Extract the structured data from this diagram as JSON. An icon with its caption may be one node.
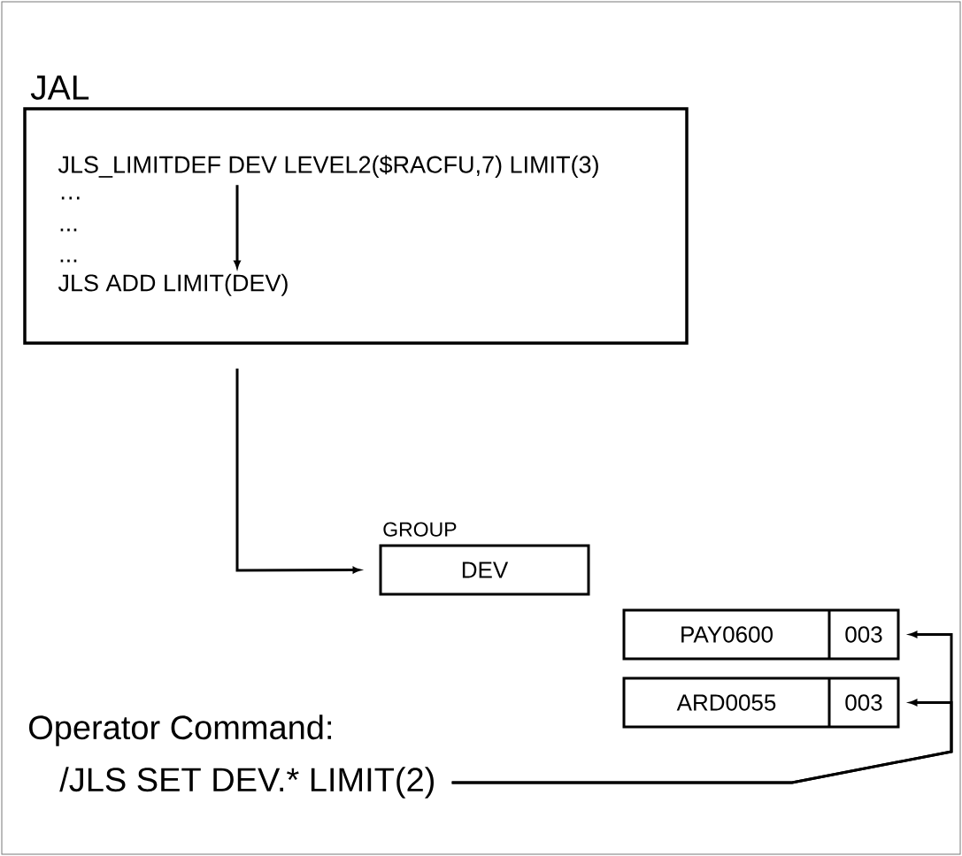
{
  "diagram": {
    "nodes": [
      {
        "text": [
          "JAL"
        ]
      },
      {
        "text": [
          "JLS_LIMITDEF  DEV  LEVEL2($RACFU,7) LIMIT(3)"
        ],
        "in": 0
      },
      {
        "text": [
          "JLS ADD LIMIT(DEV)"
        ],
        "in": 0
      },
      {
        "text": [
          "GROUP",
          "DEV"
        ]
      },
      {
        "text": [
          "PAY0600",
          "003"
        ]
      },
      {
        "text": [
          "ARD0055",
          "003"
        ]
      },
      {
        "text": [
          "/JLS SET  DEV.*  LIMIT(2)"
        ]
      }
    ],
    "edges": [
      {
        "from": 1,
        "to": 2,
        "arrow": "to"
      },
      {
        "from": 0,
        "to": 3,
        "arrow": "to"
      },
      {
        "from": 6,
        "to": 4,
        "arrow": "to"
      },
      {
        "from": 6,
        "to": 5,
        "arrow": "to"
      }
    ],
    "labels": [
      "…",
      "...",
      "...",
      "Operator Command:"
    ]
  }
}
